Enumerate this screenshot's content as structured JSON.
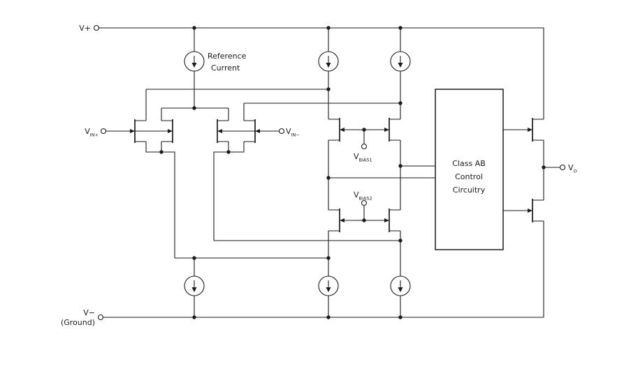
{
  "diagram": {
    "power": {
      "v_plus": "V+",
      "v_minus": "V−",
      "ground": "(Ground)"
    },
    "inputs": {
      "vin_plus": {
        "base": "V",
        "sub": "IN+"
      },
      "vin_minus": {
        "base": "V",
        "sub": "IN−"
      }
    },
    "bias": {
      "vbias1": {
        "base": "V",
        "sub": "BIAS1"
      },
      "vbias2": {
        "base": "V",
        "sub": "BIAS2"
      }
    },
    "output": {
      "vo": {
        "base": "V",
        "sub": "O"
      }
    },
    "reference_current": {
      "line1": "Reference",
      "line2": "Current"
    },
    "class_ab_box": {
      "line1": "Class AB",
      "line2": "Control",
      "line3": "Circuitry"
    },
    "colors": {
      "wire": "#1a1a1a",
      "background": "#ffffff"
    }
  }
}
